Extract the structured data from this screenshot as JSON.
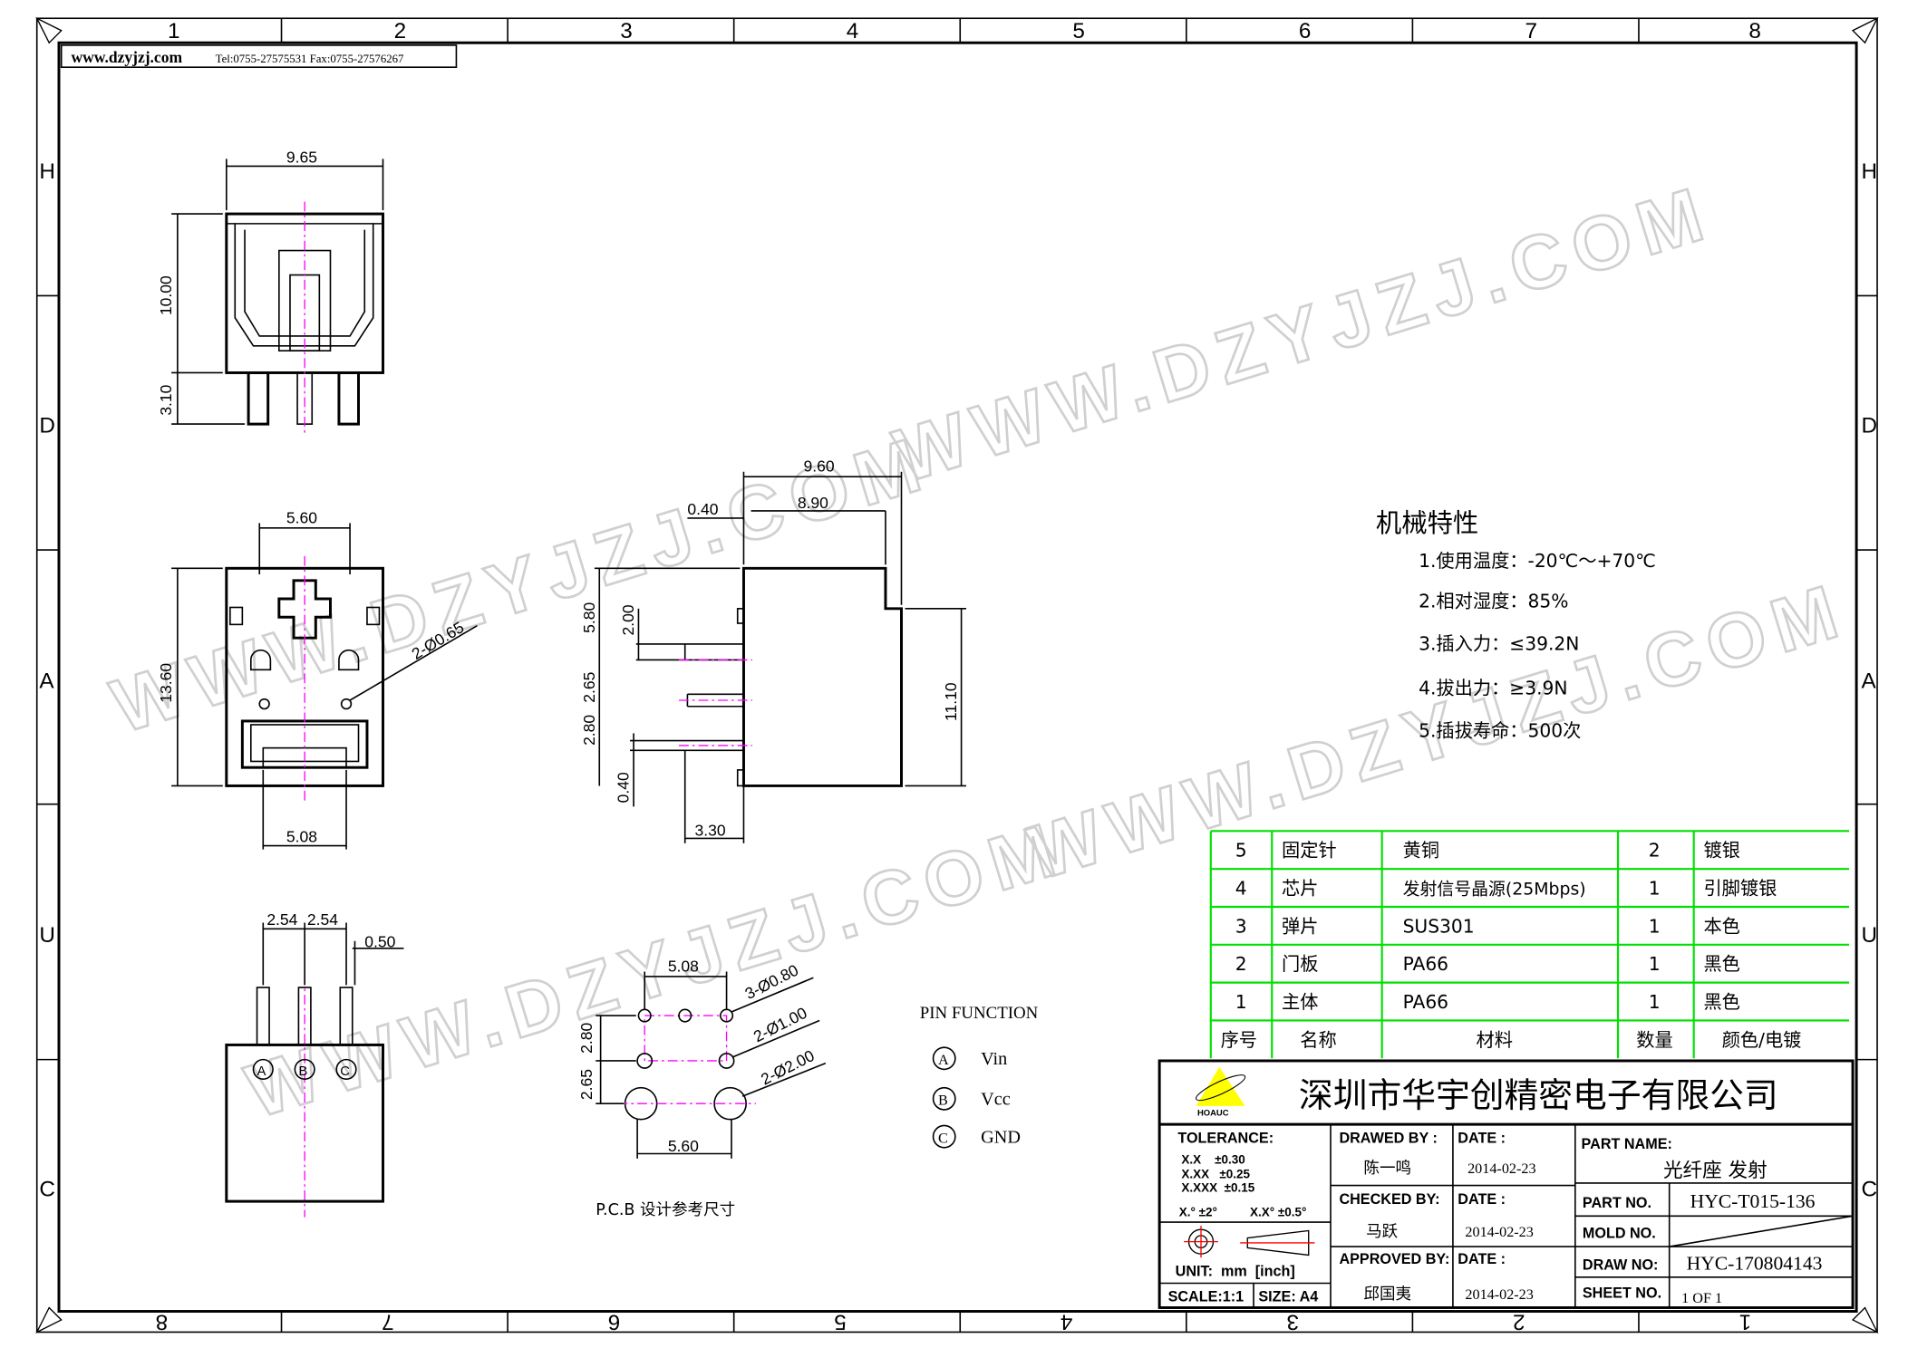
{
  "header": {
    "site": "www.dzyjzj.com",
    "contact": "Tel:0755-27575531  Fax:0755-27576267"
  },
  "ruler": {
    "top": [
      "1",
      "2",
      "3",
      "4",
      "5",
      "6",
      "7",
      "8"
    ],
    "bottom": [
      "8",
      "7",
      "6",
      "5",
      "4",
      "3",
      "2",
      "1"
    ],
    "side": [
      "H",
      "D",
      "A",
      "U",
      "C"
    ]
  },
  "watermark": "WWW.DZYJZJ.COM",
  "views": {
    "front": {
      "width": "9.65",
      "height": "10.00",
      "pin": "3.10"
    },
    "mid": {
      "top": "5.60",
      "height": "13.60",
      "bottom": "5.08",
      "holes": "2-Ø0.65"
    },
    "side": {
      "d1": "9.60",
      "d2": "8.90",
      "d3": "0.40",
      "d4": "5.80",
      "d5": "2.00",
      "d6": "2.65",
      "d7": "2.80",
      "d8": "0.40",
      "d9": "3.30",
      "d10": "11.10"
    },
    "bottom": {
      "p1": "2.54",
      "p2": "2.54",
      "w": "0.50",
      "pins": [
        "A",
        "B",
        "C"
      ]
    },
    "pcb": {
      "d1": "5.08",
      "d2": "2.80",
      "d3": "2.65",
      "d4": "5.60",
      "h1": "3-Ø0.80",
      "h2": "2-Ø1.00",
      "h3": "2-Ø2.00",
      "caption": "P.C.B 设计参考尺寸"
    }
  },
  "pin_function": {
    "title": "PIN FUNCTION",
    "pins": [
      {
        "id": "A",
        "name": "Vin"
      },
      {
        "id": "B",
        "name": "Vcc"
      },
      {
        "id": "C",
        "name": "GND"
      }
    ]
  },
  "specs": {
    "title": "机械特性",
    "items": [
      "1.使用温度：-20℃～+70℃",
      "2.相对湿度：85%",
      "3.插入力：≤39.2N",
      "4.拔出力：≥3.9N",
      "5.插拔寿命：500次"
    ]
  },
  "bom": {
    "headers": [
      "序号",
      "名称",
      "材料",
      "数量",
      "颜色/电镀"
    ],
    "rows": [
      [
        "5",
        "固定针",
        "黄铜",
        "2",
        "镀银"
      ],
      [
        "4",
        "芯片",
        "发射信号晶源(25Mbps)",
        "1",
        "引脚镀银"
      ],
      [
        "3",
        "弹片",
        "SUS301",
        "1",
        "本色"
      ],
      [
        "2",
        "门板",
        "PA66",
        "1",
        "黑色"
      ],
      [
        "1",
        "主体",
        "PA66",
        "1",
        "黑色"
      ]
    ]
  },
  "title_block": {
    "company": "深圳市华宇创精密电子有限公司",
    "logo": "HOAUC",
    "tolerance_label": "TOLERANCE:",
    "tolerances": [
      "X.X    ±0.30",
      "X.XX   ±0.25",
      "X.XXX  ±0.15"
    ],
    "angle_tol": [
      "X.° ±2°",
      "X.X° ±0.5°"
    ],
    "unit": "UNIT:  mm  [inch]",
    "scale": "SCALE:1:1",
    "size": "SIZE:  A4",
    "drawed_by_label": "DRAWED BY :",
    "drawed_by": "陈一鸣",
    "checked_by_label": "CHECKED BY:",
    "checked_by": "马跃",
    "approved_by_label": "APPROVED BY:",
    "approved_by": "邱国夷",
    "date_label": "DATE  :",
    "dates": [
      "2014-02-23",
      "2014-02-23",
      "2014-02-23"
    ],
    "part_name_label": "PART NAME:",
    "part_name": "光纤座 发射",
    "part_no_label": "PART NO.",
    "part_no": "HYC-T015-136",
    "mold_no_label": "MOLD NO.",
    "draw_no_label": "DRAW NO:",
    "draw_no": "HYC-170804143",
    "sheet_no_label": "SHEET NO.",
    "sheet_no": "1 OF 1"
  }
}
